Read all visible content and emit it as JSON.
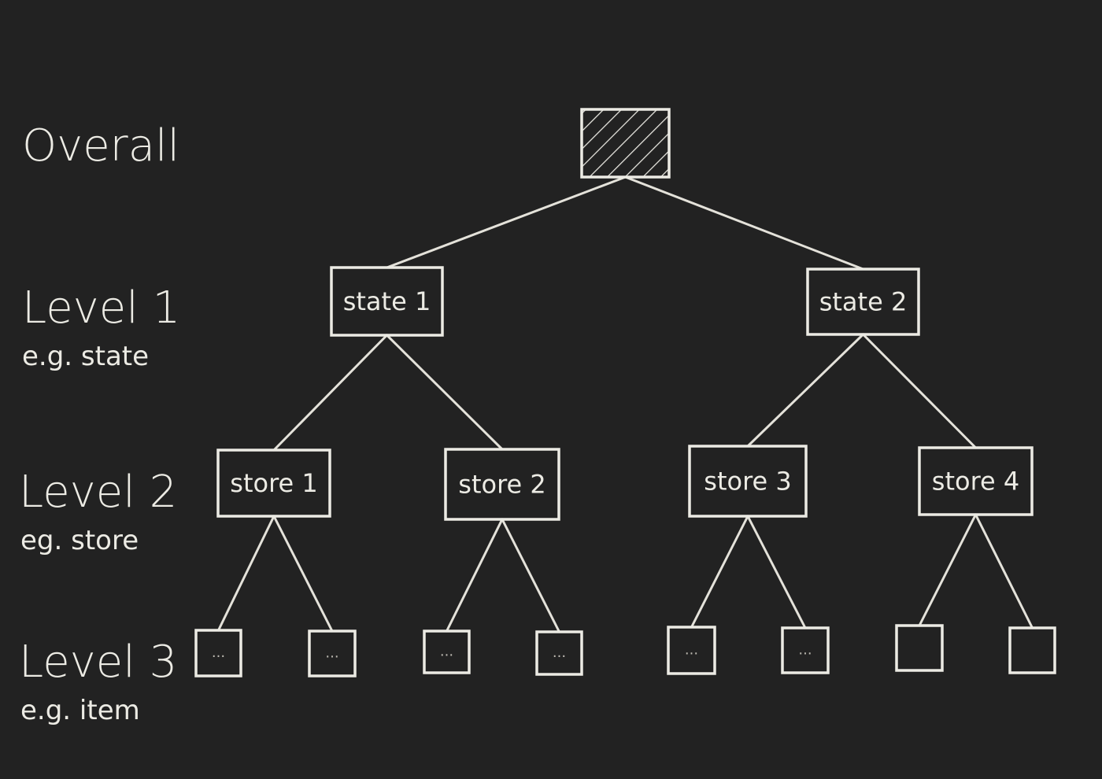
{
  "levels": [
    {
      "title": "Overall",
      "example": ""
    },
    {
      "title": "Level 1",
      "example": "e.g. state"
    },
    {
      "title": "Level 2",
      "example": "eg. store"
    },
    {
      "title": "Level 3",
      "example": "e.g. item"
    }
  ],
  "tree": {
    "root": {
      "label": "",
      "hatched": true
    },
    "level1": [
      {
        "label": "state 1",
        "children": [
          0,
          1
        ]
      },
      {
        "label": "state 2",
        "children": [
          2,
          3
        ]
      }
    ],
    "level2": [
      {
        "label": "store 1",
        "children": [
          0,
          1
        ]
      },
      {
        "label": "store 2",
        "children": [
          2,
          3
        ]
      },
      {
        "label": "store 3",
        "children": [
          4,
          5
        ]
      },
      {
        "label": "store 4",
        "children": [
          6,
          7
        ]
      }
    ],
    "level3": [
      {
        "label": "..."
      },
      {
        "label": "..."
      },
      {
        "label": "..."
      },
      {
        "label": "..."
      },
      {
        "label": "..."
      },
      {
        "label": "..."
      },
      {
        "label": ""
      },
      {
        "label": ""
      }
    ]
  },
  "colors": {
    "background": "#222222",
    "stroke": "#ecebe4"
  }
}
